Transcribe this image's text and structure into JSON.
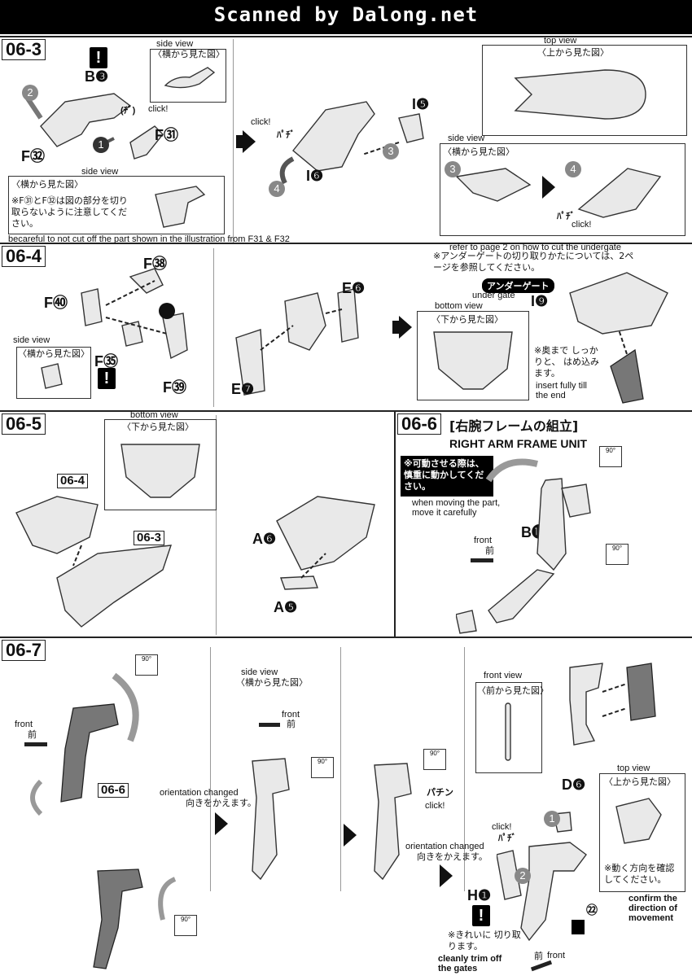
{
  "header": {
    "title": "Scanned by Dalong.net"
  },
  "sections": {
    "s063": {
      "step": "06-3",
      "part_b3": "B❸",
      "side_view_top_en": "side view",
      "side_view_top_jp": "〈横から見た図〉",
      "click1": "click!",
      "pachi1": "(ﾁﾞ)",
      "part_f31": "F㉛",
      "part_f32": "F㉜",
      "side_view_bottom_en": "side view",
      "side_view_bottom_jp": "〈横から見た図〉",
      "note_jp": "※F㉛とF㉜は図の部分を切り取らないように注意してください。",
      "note_en": "becareful to not cut off the part shown in the illustration from F31 & F32",
      "click2": "click!",
      "pachi2": "ﾊﾟﾁﾞ",
      "part_i6": "I❻",
      "part_i5": "I❺",
      "top_view_en": "top view",
      "top_view_jp": "〈上から見た図〉",
      "side_view_right_en": "side view",
      "side_view_right_jp": "〈横から見た図〉",
      "click3": "click!",
      "pachi3": "ﾊﾟﾁﾞ",
      "num1": "1",
      "num2": "2",
      "num3": "3",
      "num4": "4"
    },
    "s064": {
      "step": "06-4",
      "part_f38": "F㊳",
      "part_f40": "F㊵",
      "part_f35": "F㉟",
      "part_f39": "F㊴",
      "part_e6": "E❻",
      "part_e7": "E❼",
      "part_i9": "I❾",
      "side_view_en": "side view",
      "side_view_jp": "〈横から見た図〉",
      "refer_en": "refer to page 2 on how to cut the undergate",
      "refer_jp": "※アンダーゲートの切り取りかたについては、2ページを参照してください。",
      "undergate_badge": "アンダーゲート",
      "undergate_en": "under gate",
      "bottom_view_en": "bottom view",
      "bottom_view_jp": "〈下から見た図〉",
      "insert_jp": "※奥まで しっかりと、 はめ込みます。",
      "insert_en": "insert fully till the end"
    },
    "s065": {
      "step": "06-5",
      "bottom_view_en": "bottom view",
      "bottom_view_jp": "〈下から見た図〉",
      "ref_064": "06-4",
      "ref_063": "06-3",
      "part_a6": "A❻",
      "part_a5": "A❺"
    },
    "s066": {
      "step": "06-6",
      "title_jp": "[右腕フレームの組立]",
      "title_en": "RIGHT ARM FRAME UNIT",
      "warn_jp": "※可動させる際は、慎重に動かしてください。",
      "warn_en": "when moving the part, move it carefully",
      "part_b12": "B⓬",
      "front_en": "front",
      "front_jp": "前",
      "deg1": "90°",
      "deg2": "90°"
    },
    "s067": {
      "step": "06-7",
      "front_en": "front",
      "front_jp": "前",
      "ref_066": "06-6",
      "deg_a": "90°",
      "deg_b": "90°",
      "side_view_en": "side view",
      "side_view_jp": "〈横から見た図〉",
      "front2_en": "front",
      "front2_jp": "前",
      "deg_c": "90°",
      "orient1_en": "orientation changed",
      "orient1_jp": "向きをかえます。",
      "deg_d": "90°",
      "pachin": "パチン",
      "click4": "click!",
      "orient2_en": "orientation changed",
      "orient2_jp": "向きをかえます。",
      "front_view_en": "front view",
      "front_view_jp": "〈前から見た図〉",
      "part_d6": "D❻",
      "top_view_en": "top view",
      "top_view_jp": "〈上から見た図〉",
      "click5": "click!",
      "pachi5": "ﾊﾟﾁﾞ",
      "part_h1": "H❶",
      "trim_jp": "※きれいに 切り取ります。",
      "trim_en": "cleanly trim off the gates",
      "confirm_jp": "※動く方向を確認 してください。",
      "confirm_en": "confirm the direction of movement",
      "num22": "㉒",
      "front3_jp": "前",
      "front3_en": "front",
      "num1": "1",
      "num2": "2"
    }
  }
}
